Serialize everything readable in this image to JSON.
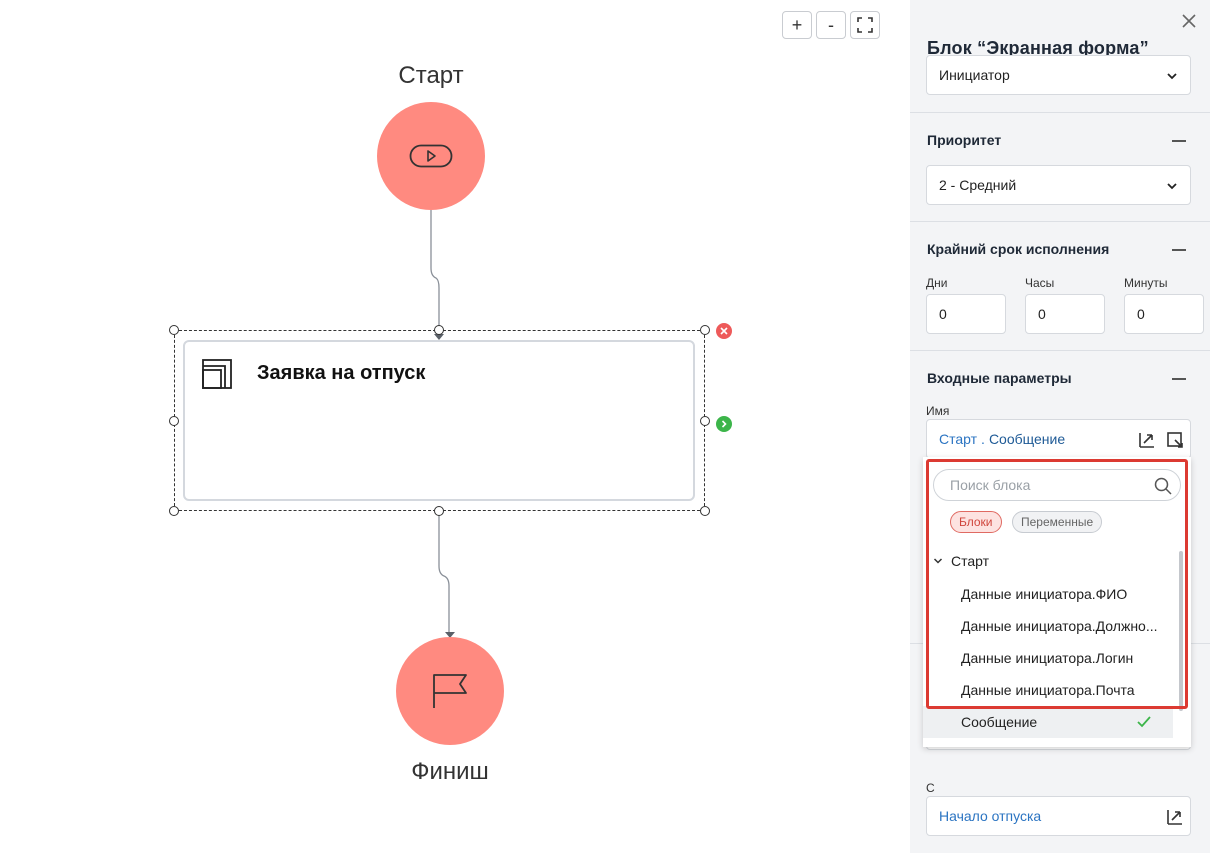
{
  "canvas": {
    "zoom_in_label": "+",
    "zoom_out_label": "-",
    "start_label": "Старт",
    "task_title": "Заявка на отпуск",
    "finish_label": "Финиш"
  },
  "panel": {
    "title": "Блок “Экранная форма”",
    "initiator_value": "Инициатор",
    "priority_title": "Приоритет",
    "priority_value": "2 - Средний",
    "deadline_title": "Крайний срок исполнения",
    "days_label": "Дни",
    "days_value": "0",
    "hours_label": "Часы",
    "hours_value": "0",
    "minutes_label": "Минуты",
    "minutes_value": "0",
    "input_params_title": "Входные параметры",
    "name_label": "Имя",
    "name_source": "Старт",
    "name_separator": ".",
    "name_variable": "Сообщение",
    "from_label": "С",
    "from_value": "Начало отпуска"
  },
  "dropdown": {
    "search_placeholder": "Поиск блока",
    "chip_blocks": "Блоки",
    "chip_variables": "Переменные",
    "group_label": "Старт",
    "items": [
      "Данные инициатора.ФИО",
      "Данные инициатора.Должно...",
      "Данные инициатора.Логин",
      "Данные инициатора.Почта",
      "Сообщение"
    ]
  },
  "colors": {
    "node_fill": "#ff8a80",
    "highlight": "#dc3a32",
    "link": "#2b74c2",
    "success": "#3cb54a",
    "danger": "#ee5a5a"
  }
}
